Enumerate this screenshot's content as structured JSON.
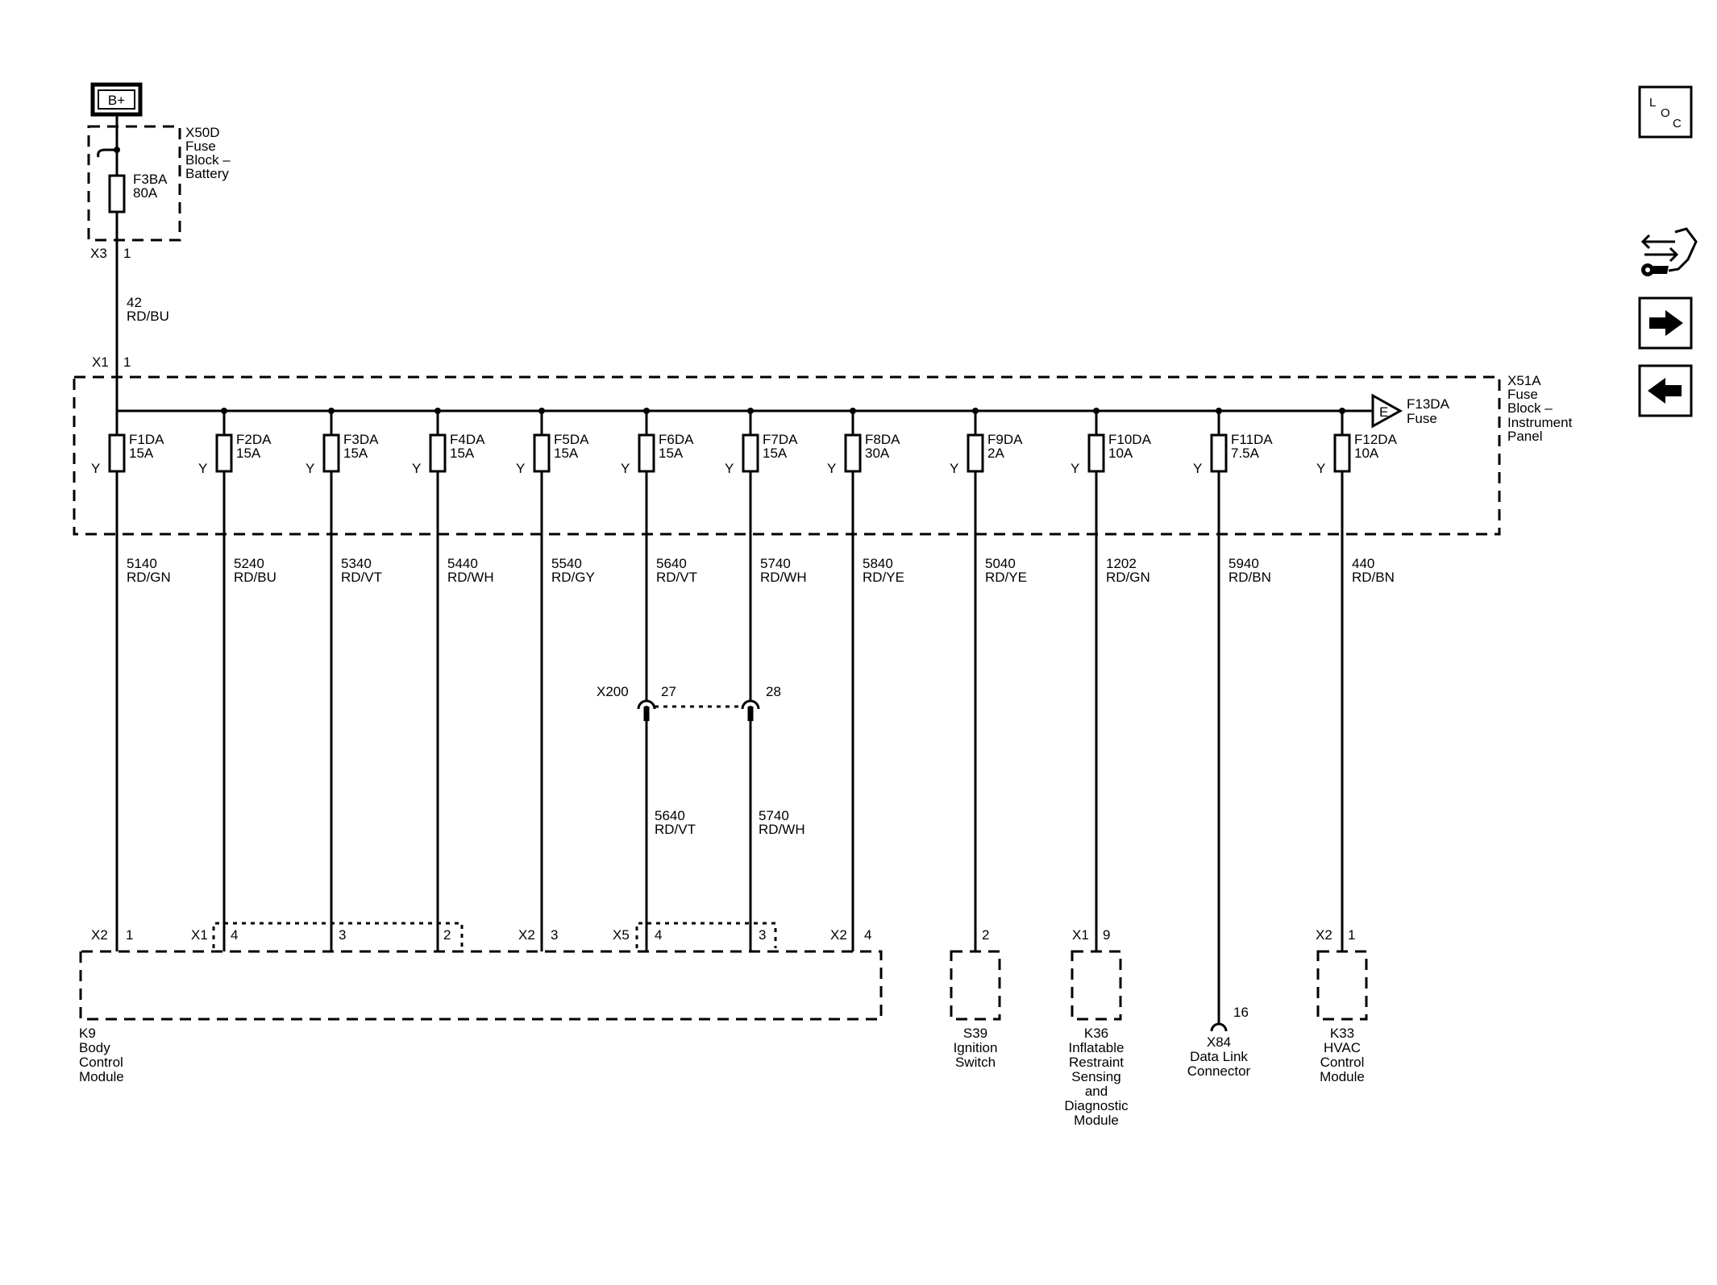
{
  "power": {
    "label": "B+"
  },
  "battery_block": {
    "lines": [
      "X50D",
      "Fuse",
      "Block –",
      "Battery"
    ],
    "fuse": "F3BA",
    "rating": "80A",
    "connector": "X3",
    "pin": "1"
  },
  "feed_wire": {
    "circuit": "42",
    "color": "RD/BU"
  },
  "ip_block": {
    "lines": [
      "X51A",
      "Fuse",
      "Block –",
      "Instrument",
      "Panel"
    ],
    "connector": "X1",
    "pin": "1",
    "f13_name": "F13DA",
    "f13_sub": "Fuse",
    "f13_symbol": "E"
  },
  "fuses": [
    {
      "name": "F1DA",
      "rating": "15A",
      "terminal": "Y",
      "circuit": "5140",
      "color": "RD/GN"
    },
    {
      "name": "F2DA",
      "rating": "15A",
      "terminal": "Y",
      "circuit": "5240",
      "color": "RD/BU"
    },
    {
      "name": "F3DA",
      "rating": "15A",
      "terminal": "Y",
      "circuit": "5340",
      "color": "RD/VT"
    },
    {
      "name": "F4DA",
      "rating": "15A",
      "terminal": "Y",
      "circuit": "5440",
      "color": "RD/WH"
    },
    {
      "name": "F5DA",
      "rating": "15A",
      "terminal": "Y",
      "circuit": "5540",
      "color": "RD/GY"
    },
    {
      "name": "F6DA",
      "rating": "15A",
      "terminal": "Y",
      "circuit": "5640",
      "color": "RD/VT"
    },
    {
      "name": "F7DA",
      "rating": "15A",
      "terminal": "Y",
      "circuit": "5740",
      "color": "RD/WH"
    },
    {
      "name": "F8DA",
      "rating": "30A",
      "terminal": "Y",
      "circuit": "5840",
      "color": "RD/YE"
    },
    {
      "name": "F9DA",
      "rating": "2A",
      "terminal": "Y",
      "circuit": "5040",
      "color": "RD/YE"
    },
    {
      "name": "F10DA",
      "rating": "10A",
      "terminal": "Y",
      "circuit": "1202",
      "color": "RD/GN"
    },
    {
      "name": "F11DA",
      "rating": "7.5A",
      "terminal": "Y",
      "circuit": "5940",
      "color": "RD/BN"
    },
    {
      "name": "F12DA",
      "rating": "10A",
      "terminal": "Y",
      "circuit": "440",
      "color": "RD/BN"
    }
  ],
  "inline_connector": {
    "name": "X200",
    "pins": [
      "27",
      "28"
    ],
    "lower_wires": [
      {
        "circuit": "5640",
        "color": "RD/VT"
      },
      {
        "circuit": "5740",
        "color": "RD/WH"
      }
    ]
  },
  "terminals": [
    {
      "connector": "X2",
      "pin": "1"
    },
    {
      "connector": "X1",
      "pin": "4"
    },
    {
      "connector": "",
      "pin": "3"
    },
    {
      "connector": "",
      "pin": "2"
    },
    {
      "connector": "X2",
      "pin": "3"
    },
    {
      "connector": "X5",
      "pin": "4"
    },
    {
      "connector": "",
      "pin": "3"
    },
    {
      "connector": "X2",
      "pin": "4"
    },
    {
      "connector": "",
      "pin": "2"
    },
    {
      "connector": "X1",
      "pin": "9"
    },
    {
      "connector": "",
      "pin": "16"
    },
    {
      "connector": "X2",
      "pin": "1"
    }
  ],
  "components": {
    "k9": [
      "K9",
      "Body",
      "Control",
      "Module"
    ],
    "s39": [
      "S39",
      "Ignition",
      "Switch"
    ],
    "k36": [
      "K36",
      "Inflatable",
      "Restraint",
      "Sensing",
      "and",
      "Diagnostic",
      "Module"
    ],
    "x84": [
      "X84",
      "Data Link",
      "Connector"
    ],
    "k33": [
      "K33",
      "HVAC",
      "Control",
      "Module"
    ]
  },
  "side_buttons": {
    "loc": {
      "l": "L",
      "o": "O",
      "c": "C",
      "icon": "loc-icon"
    },
    "tools_icon": "wrench-arrows-icon",
    "next_icon": "arrow-right-icon",
    "prev_icon": "arrow-left-icon"
  }
}
